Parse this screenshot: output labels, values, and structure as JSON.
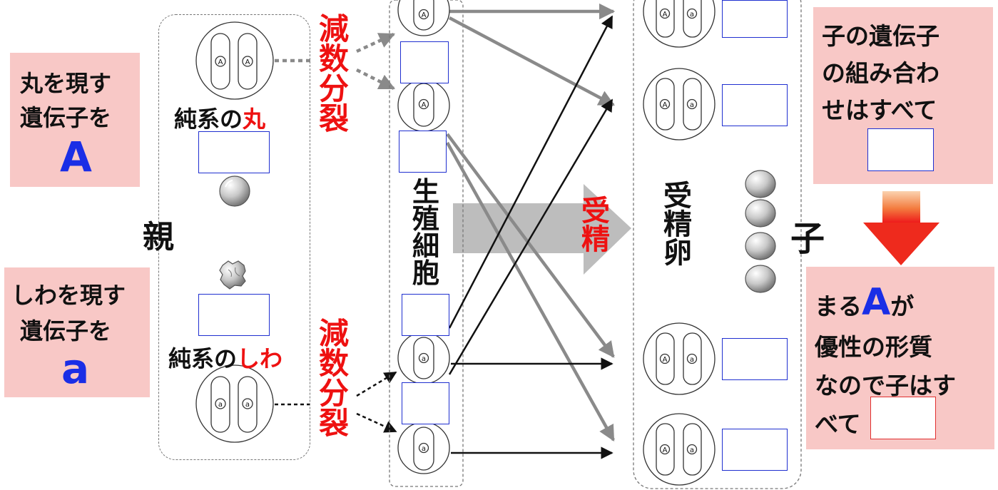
{
  "colors": {
    "pink": "#f8c8c6",
    "blank_blue": "#1f2fd0",
    "red": "#ee1111",
    "blue": "#1a2ee6",
    "gray_arrow": "#8a8a8a"
  },
  "left_top_box": {
    "line1": "丸を現す",
    "line2": "遺伝子を",
    "symbol": "A"
  },
  "left_bottom_box": {
    "line1": "しわを現す",
    "line2": "遺伝子を",
    "symbol": "a"
  },
  "parent_label": "親",
  "parent_round": {
    "label_prefix": "純系の",
    "label_accent": "丸",
    "gene1": "A",
    "gene2": "A"
  },
  "parent_wrinkled": {
    "label_prefix": "純系の",
    "label_accent": "しわ",
    "gene1": "a",
    "gene2": "a"
  },
  "meiosis_top": "減数分裂",
  "meiosis_bottom": "減数分裂",
  "germ_cells_label": "生殖細胞",
  "germ_cells": [
    "A",
    "A",
    "a",
    "a"
  ],
  "fertilization_label": "受精",
  "zygote_label": "受精卵",
  "offspring_label": "子",
  "offspring_cells": [
    {
      "gene1": "A",
      "gene2": "a"
    },
    {
      "gene1": "A",
      "gene2": "a"
    },
    {
      "gene1": "A",
      "gene2": "a"
    },
    {
      "gene1": "A",
      "gene2": "a"
    }
  ],
  "right_top_box": {
    "line1": "子の遺伝子",
    "line2": "の組み合わ",
    "line3": "せはすべて"
  },
  "right_bottom_box": {
    "line1_prefix": "まる",
    "line1_symbol": "A",
    "line1_suffix": "が",
    "line2": "優性の形質",
    "line3": "なので子はす",
    "line4": "べて"
  },
  "icons": [
    "round-pea-icon",
    "wrinkled-pea-icon",
    "down-arrow-icon",
    "fertilization-arrow-icon"
  ]
}
